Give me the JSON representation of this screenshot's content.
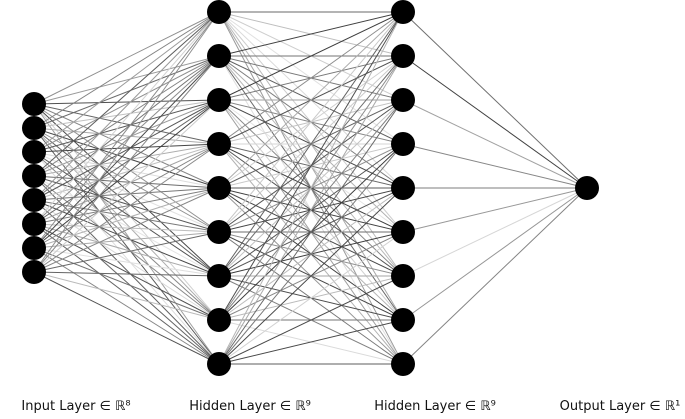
{
  "diagram": {
    "type": "fully-connected-neural-network",
    "node_color": "#000000",
    "edge_color": "#555555",
    "layers": [
      {
        "label": "Input Layer ∈ ℝ⁸",
        "nodes": 8
      },
      {
        "label": "Hidden Layer ∈ ℝ⁹",
        "nodes": 9
      },
      {
        "label": "Hidden Layer ∈ ℝ⁹",
        "nodes": 9
      },
      {
        "label": "Output Layer ∈ ℝ¹",
        "nodes": 1
      }
    ]
  }
}
